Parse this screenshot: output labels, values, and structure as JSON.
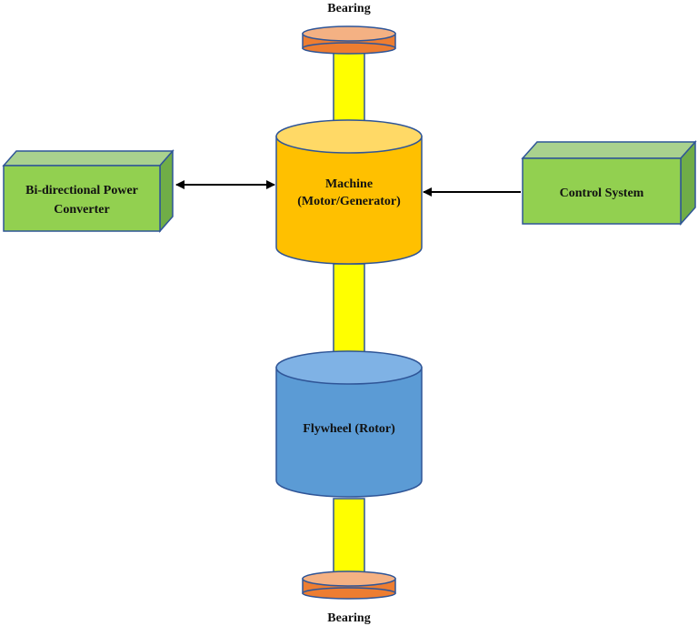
{
  "labels": {
    "bearing_top": "Bearing",
    "bearing_bottom": "Bearing",
    "machine_line1": "Machine",
    "machine_line2": "(Motor/Generator)",
    "flywheel": "Flywheel (Rotor)",
    "converter_line1": "Bi-directional Power",
    "converter_line2": "Converter",
    "control": "Control System"
  },
  "colors": {
    "shaft": "#FFFF00",
    "machine": "#FFC000",
    "flywheel": "#5B9BD5",
    "block": "#92D050",
    "bearing": "#ED7D31",
    "outline": "#2F5597",
    "arrow": "#000000"
  },
  "arrows": [
    {
      "from": "converter",
      "to": "machine",
      "direction": "bidirectional"
    },
    {
      "from": "control",
      "to": "machine",
      "direction": "single"
    }
  ]
}
